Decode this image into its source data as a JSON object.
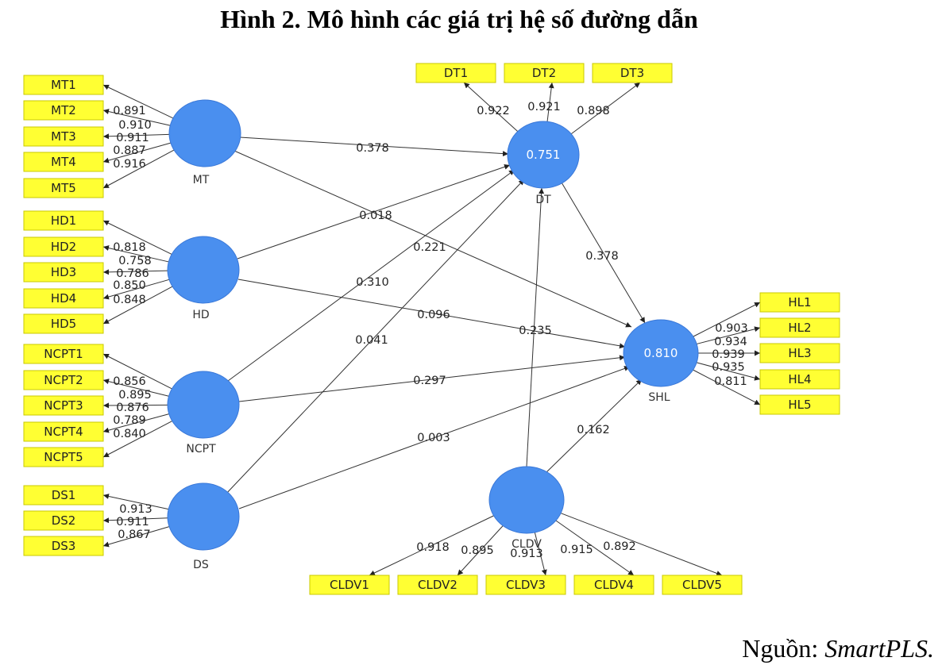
{
  "title": "Hình 2. Mô hình các giá trị hệ số đường dẫn",
  "source_prefix": "Nguồn: ",
  "source_name": "SmartPLS.",
  "colors": {
    "node": "#4a8fef",
    "indicator": "#ffff33",
    "edge": "#333333"
  },
  "constructs": [
    {
      "id": "MT",
      "label": "MT",
      "value": ""
    },
    {
      "id": "HD",
      "label": "HD",
      "value": ""
    },
    {
      "id": "NCPT",
      "label": "NCPT",
      "value": ""
    },
    {
      "id": "DS",
      "label": "DS",
      "value": ""
    },
    {
      "id": "DT",
      "label": "DT",
      "value": "0.751"
    },
    {
      "id": "SHL",
      "label": "SHL",
      "value": "0.810"
    },
    {
      "id": "CLDV",
      "label": "CLDV",
      "value": ""
    }
  ],
  "indicators": [
    {
      "id": "MT1",
      "construct": "MT",
      "loading": "0.891"
    },
    {
      "id": "MT2",
      "construct": "MT",
      "loading": "0.910"
    },
    {
      "id": "MT3",
      "construct": "MT",
      "loading": "0.911"
    },
    {
      "id": "MT4",
      "construct": "MT",
      "loading": "0.887"
    },
    {
      "id": "MT5",
      "construct": "MT",
      "loading": "0.916"
    },
    {
      "id": "HD1",
      "construct": "HD",
      "loading": "0.818"
    },
    {
      "id": "HD2",
      "construct": "HD",
      "loading": "0.758"
    },
    {
      "id": "HD3",
      "construct": "HD",
      "loading": "0.786"
    },
    {
      "id": "HD4",
      "construct": "HD",
      "loading": "0.850"
    },
    {
      "id": "HD5",
      "construct": "HD",
      "loading": "0.848"
    },
    {
      "id": "NCPT1",
      "construct": "NCPT",
      "loading": "0.856"
    },
    {
      "id": "NCPT2",
      "construct": "NCPT",
      "loading": "0.895"
    },
    {
      "id": "NCPT3",
      "construct": "NCPT",
      "loading": "0.876"
    },
    {
      "id": "NCPT4",
      "construct": "NCPT",
      "loading": "0.789"
    },
    {
      "id": "NCPT5",
      "construct": "NCPT",
      "loading": "0.840"
    },
    {
      "id": "DS1",
      "construct": "DS",
      "loading": "0.913"
    },
    {
      "id": "DS2",
      "construct": "DS",
      "loading": "0.911"
    },
    {
      "id": "DS3",
      "construct": "DS",
      "loading": "0.867"
    },
    {
      "id": "DT1",
      "construct": "DT",
      "loading": "0.922"
    },
    {
      "id": "DT2",
      "construct": "DT",
      "loading": "0.921"
    },
    {
      "id": "DT3",
      "construct": "DT",
      "loading": "0.898"
    },
    {
      "id": "HL1",
      "construct": "SHL",
      "loading": "0.903"
    },
    {
      "id": "HL2",
      "construct": "SHL",
      "loading": "0.934"
    },
    {
      "id": "HL3",
      "construct": "SHL",
      "loading": "0.939"
    },
    {
      "id": "HL4",
      "construct": "SHL",
      "loading": "0.935"
    },
    {
      "id": "HL5",
      "construct": "SHL",
      "loading": "0.811"
    },
    {
      "id": "CLDV1",
      "construct": "CLDV",
      "loading": "0.918"
    },
    {
      "id": "CLDV2",
      "construct": "CLDV",
      "loading": "0.895"
    },
    {
      "id": "CLDV3",
      "construct": "CLDV",
      "loading": "0.913"
    },
    {
      "id": "CLDV4",
      "construct": "CLDV",
      "loading": "0.915"
    },
    {
      "id": "CLDV5",
      "construct": "CLDV",
      "loading": "0.892"
    }
  ],
  "paths": [
    {
      "from": "MT",
      "to": "DT",
      "coef": "0.378"
    },
    {
      "from": "MT",
      "to": "SHL",
      "coef": "0.221"
    },
    {
      "from": "HD",
      "to": "DT",
      "coef": "0.018"
    },
    {
      "from": "HD",
      "to": "SHL",
      "coef": "0.096"
    },
    {
      "from": "NCPT",
      "to": "DT",
      "coef": "0.310"
    },
    {
      "from": "NCPT",
      "to": "SHL",
      "coef": "0.297"
    },
    {
      "from": "DS",
      "to": "DT",
      "coef": "0.041"
    },
    {
      "from": "DS",
      "to": "SHL",
      "coef": "0.003"
    },
    {
      "from": "CLDV",
      "to": "DT",
      "coef": "0.235"
    },
    {
      "from": "CLDV",
      "to": "SHL",
      "coef": "0.162"
    },
    {
      "from": "DT",
      "to": "SHL",
      "coef": "0.378"
    }
  ]
}
